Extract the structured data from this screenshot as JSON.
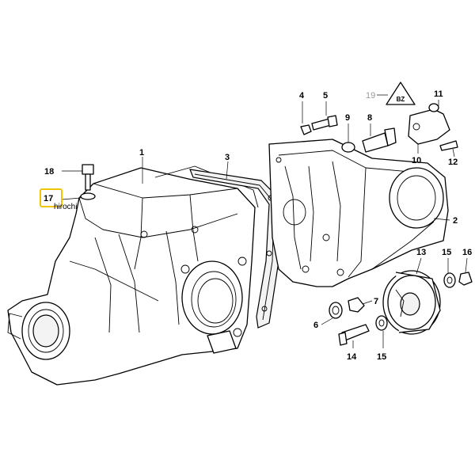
{
  "diagram": {
    "callouts": {
      "c1": "1",
      "c2": "2",
      "c3": "3",
      "c4": "4",
      "c5": "5",
      "c6": "6",
      "c7": "7",
      "c8": "8",
      "c9": "9",
      "c10": "10",
      "c11": "11",
      "c12": "12",
      "c13": "13",
      "c14": "14",
      "c15a": "15",
      "c15b": "15",
      "c16": "16",
      "c17": "17",
      "c18": "18",
      "c19": "19"
    },
    "highlighted_callout": "17",
    "highlight_color": "#f0c400",
    "watermark": "hirochi",
    "symbol_label": "BZ"
  }
}
